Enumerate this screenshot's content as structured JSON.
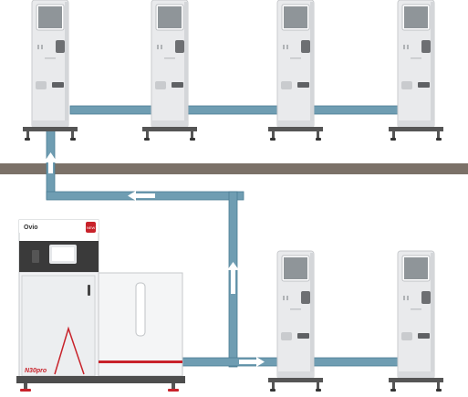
{
  "colors": {
    "pipe": "#6f9db2",
    "pipe_outline": "#4c7d93",
    "floor": "#7b7168",
    "kiosk_body": "#e9eaec",
    "kiosk_shade": "#d4d6d9",
    "kiosk_screen": "#8f9599",
    "kiosk_base": "#555555",
    "accent_red": "#c8222a",
    "plant_body": "#f1f2f4",
    "plant_top": "#3a3a3a"
  },
  "plant": {
    "brand_logo_text": "Ovio",
    "model_logo_text": "N30pro",
    "badge_text": "NEW"
  }
}
